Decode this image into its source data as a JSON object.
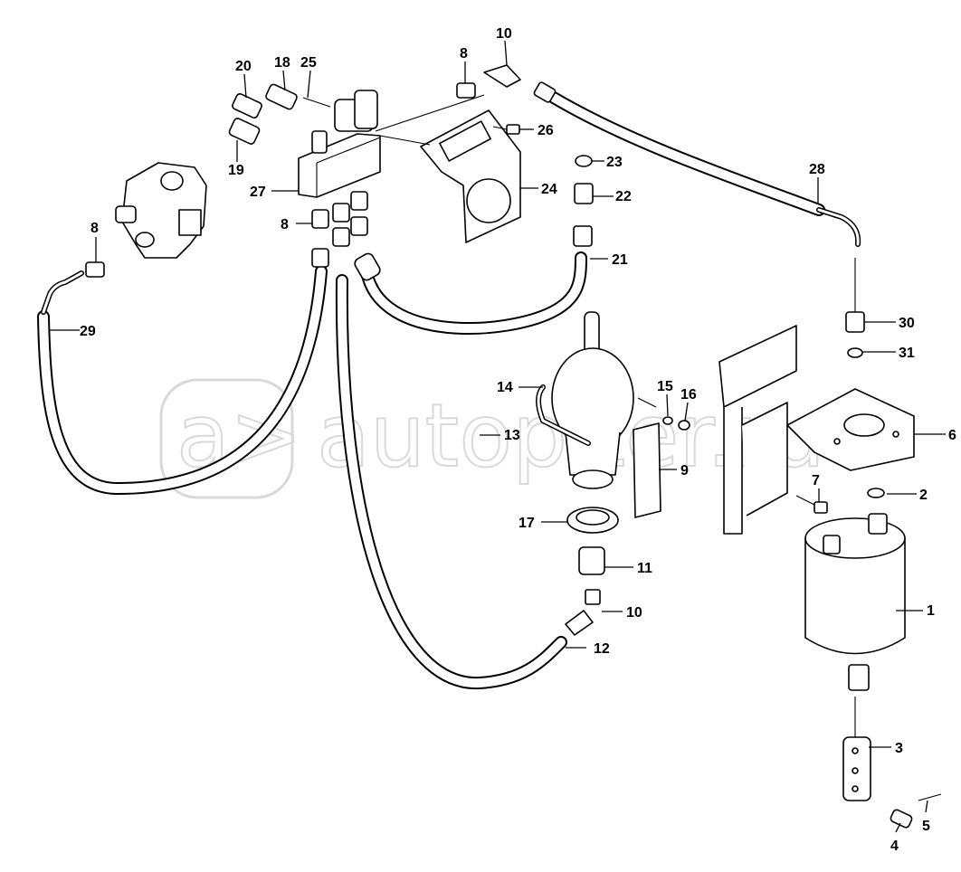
{
  "watermark": {
    "text": "autopiter.ru"
  },
  "callouts": [
    {
      "id": "1",
      "text": "1"
    },
    {
      "id": "2",
      "text": "2"
    },
    {
      "id": "3",
      "text": "3"
    },
    {
      "id": "4",
      "text": "4"
    },
    {
      "id": "5",
      "text": "5"
    },
    {
      "id": "6",
      "text": "6"
    },
    {
      "id": "7",
      "text": "7"
    },
    {
      "id": "8a",
      "text": "8"
    },
    {
      "id": "8b",
      "text": "8"
    },
    {
      "id": "8c",
      "text": "8"
    },
    {
      "id": "9",
      "text": "9"
    },
    {
      "id": "10a",
      "text": "10"
    },
    {
      "id": "10b",
      "text": "10"
    },
    {
      "id": "11",
      "text": "11"
    },
    {
      "id": "12",
      "text": "12"
    },
    {
      "id": "13",
      "text": "13"
    },
    {
      "id": "14",
      "text": "14"
    },
    {
      "id": "15",
      "text": "15"
    },
    {
      "id": "16",
      "text": "16"
    },
    {
      "id": "17",
      "text": "17"
    },
    {
      "id": "18",
      "text": "18"
    },
    {
      "id": "19",
      "text": "19"
    },
    {
      "id": "20",
      "text": "20"
    },
    {
      "id": "21",
      "text": "21"
    },
    {
      "id": "22",
      "text": "22"
    },
    {
      "id": "23",
      "text": "23"
    },
    {
      "id": "24",
      "text": "24"
    },
    {
      "id": "25",
      "text": "25"
    },
    {
      "id": "26",
      "text": "26"
    },
    {
      "id": "27",
      "text": "27"
    },
    {
      "id": "28",
      "text": "28"
    },
    {
      "id": "29",
      "text": "29"
    },
    {
      "id": "30",
      "text": "30"
    },
    {
      "id": "31",
      "text": "31"
    }
  ]
}
